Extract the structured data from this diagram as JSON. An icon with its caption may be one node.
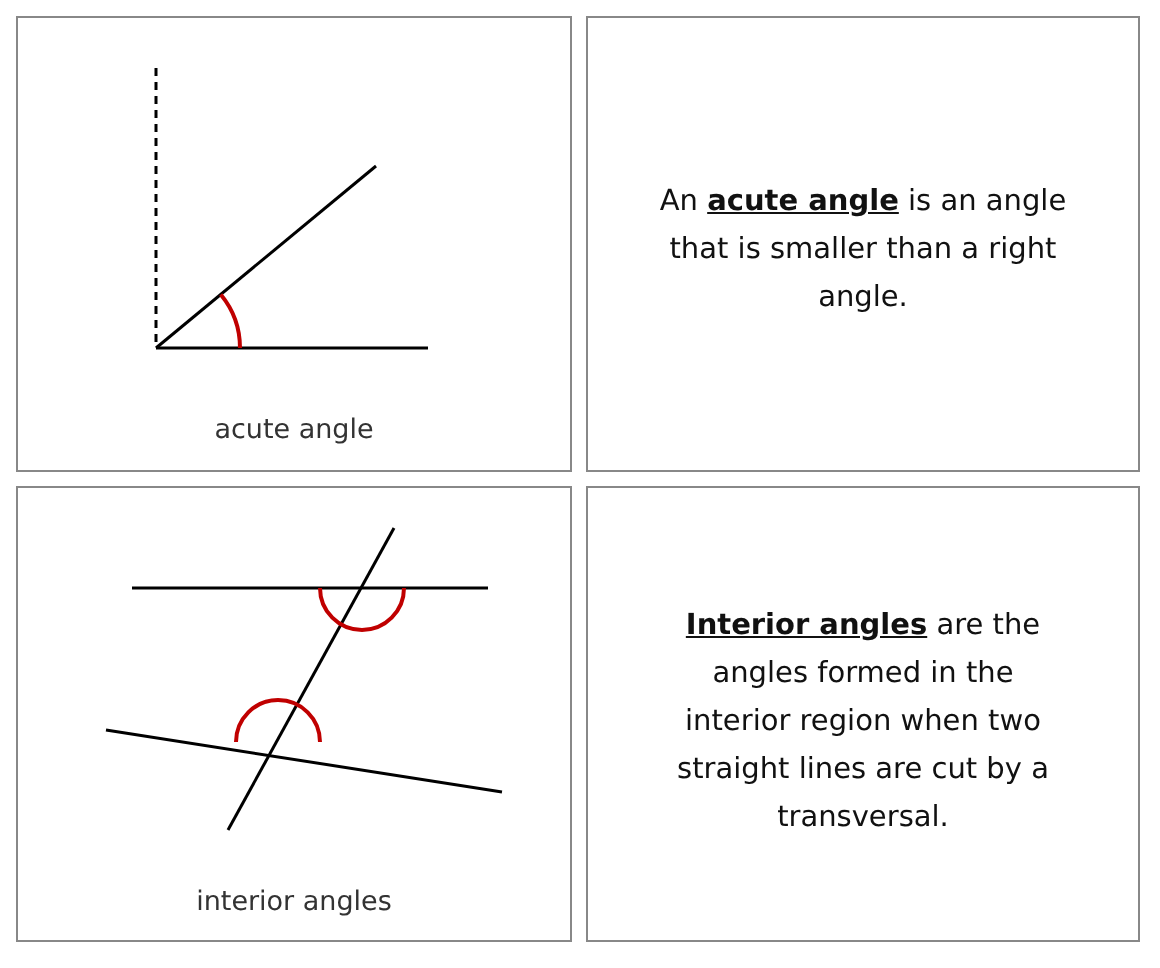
{
  "diagram": {
    "nodes": [
      {
        "text": [
          "acute angle"
        ]
      },
      {
        "text": [
          "An **acute angle** is an angle that is smaller than a right angle."
        ]
      },
      {
        "text": [
          "interior angles"
        ]
      },
      {
        "text": [
          "**Interior angles** are the angles formed in the interior region when two straight lines are cut by a transversal."
        ]
      }
    ]
  }
}
